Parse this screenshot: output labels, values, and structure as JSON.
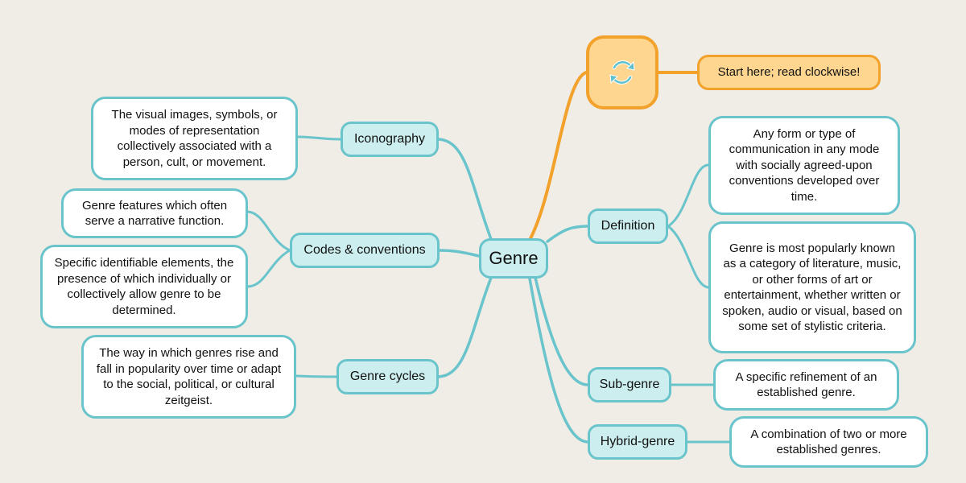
{
  "diagram": {
    "center": "Genre",
    "start_label": "Start here; read clockwise!",
    "start_icon": "refresh-cycle-icon",
    "topics": {
      "iconography": "Iconography",
      "codes": "Codes & conventions",
      "cycles": "Genre cycles",
      "definition": "Definition",
      "subgenre": "Sub-genre",
      "hybrid": "Hybrid-genre"
    },
    "notes": {
      "iconography": "The visual images, symbols, or modes of representation collectively associated with a person, cult, or movement.",
      "codes_1": "Genre features which often serve a narrative function.",
      "codes_2": "Specific identifiable elements, the presence of which individually or collectively allow genre to be determined.",
      "cycles": "The way in which genres rise and fall in popularity over time or adapt to the social, political, or cultural zeitgeist.",
      "definition_1": "Any form or type of communication in any mode with socially agreed-upon conventions developed over time.",
      "definition_2": "Genre is most popularly known as a category of literature, music, or other forms of art or entertainment, whether written or spoken, audio or visual, based on some set of stylistic criteria.",
      "subgenre": "A specific refinement of an established genre.",
      "hybrid": "A combination of two or more established genres."
    },
    "colors": {
      "background": "#f0ede7",
      "teal_border": "#69c4cb",
      "teal_fill": "#cdeeee",
      "orange_border": "#f2a12a",
      "orange_fill": "#ffd690",
      "leaf_fill": "#ffffff"
    }
  }
}
